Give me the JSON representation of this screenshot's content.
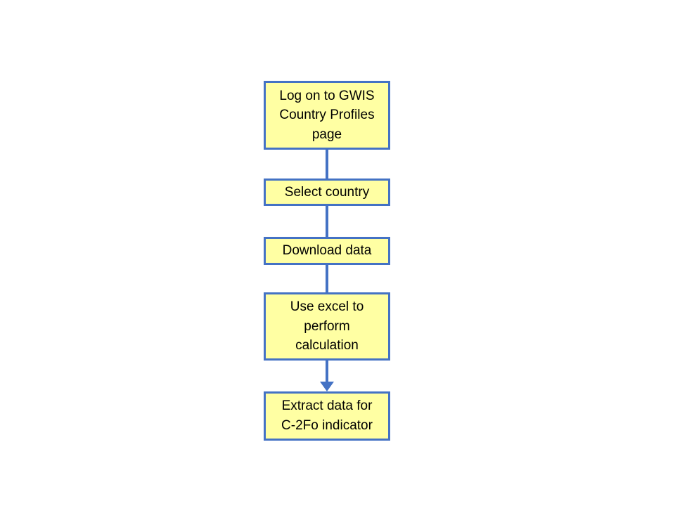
{
  "diagram": {
    "type": "flowchart",
    "direction": "top-down",
    "steps": [
      {
        "id": "logon",
        "label": "Log on to GWIS\nCountry Profiles\npage"
      },
      {
        "id": "select-country",
        "label": "Select country"
      },
      {
        "id": "download-data",
        "label": "Download data"
      },
      {
        "id": "excel-calculation",
        "label": "Use excel to\nperform\ncalculation"
      },
      {
        "id": "extract-indicator",
        "label": "Extract data for\nC-2Fo indicator"
      }
    ],
    "connectors": [
      {
        "from": 0,
        "to": 1,
        "arrowhead": false
      },
      {
        "from": 1,
        "to": 2,
        "arrowhead": false
      },
      {
        "from": 2,
        "to": 3,
        "arrowhead": false
      },
      {
        "from": 3,
        "to": 4,
        "arrowhead": true
      }
    ],
    "colors": {
      "box_fill": "#FFFFA3",
      "box_border": "#4472C4",
      "connector": "#4472C4",
      "text": "#000000",
      "background": "#FFFFFF"
    }
  }
}
